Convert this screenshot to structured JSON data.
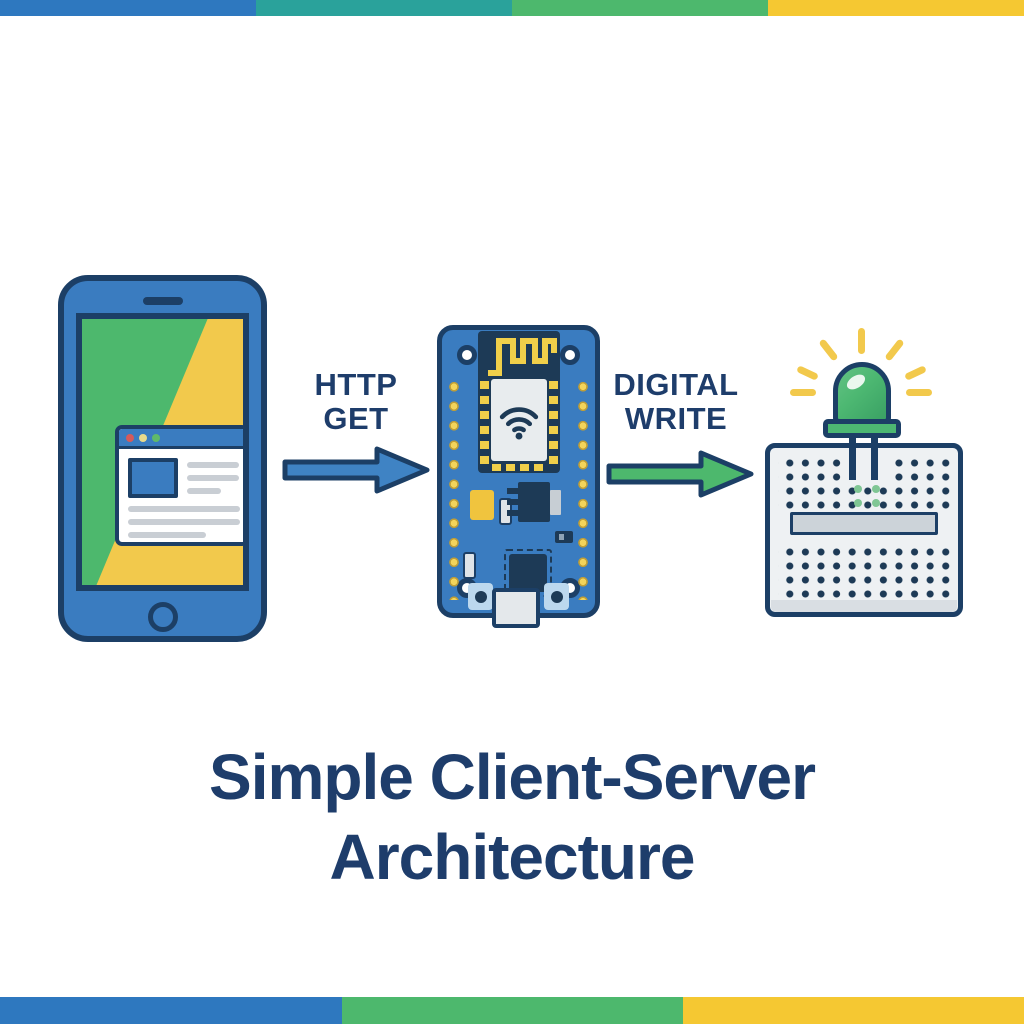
{
  "title": {
    "line1": "Simple Client-Server",
    "line2": "Architecture"
  },
  "arrows": {
    "http_get": {
      "line1": "HTTP",
      "line2": "GET"
    },
    "digital_write": {
      "line1": "DIGITAL",
      "line2": "WRITE"
    }
  },
  "flow": {
    "client": "smartphone with browser",
    "server": "wifi microcontroller board",
    "actuator": "breadboard with lit green LED"
  },
  "colors": {
    "outline_navy": "#1c3f66",
    "text_navy": "#1e3d6b",
    "blue": "#3a7cc0",
    "teal": "#2aa29b",
    "green": "#4db86d",
    "yellow": "#f2c94c",
    "top_bar_segments": [
      "#2e78bf",
      "#2aa29b",
      "#4db86d",
      "#f5c832"
    ],
    "bottom_bar_segments": [
      "#2e78bf",
      "#4db86d",
      "#f5c832"
    ]
  }
}
